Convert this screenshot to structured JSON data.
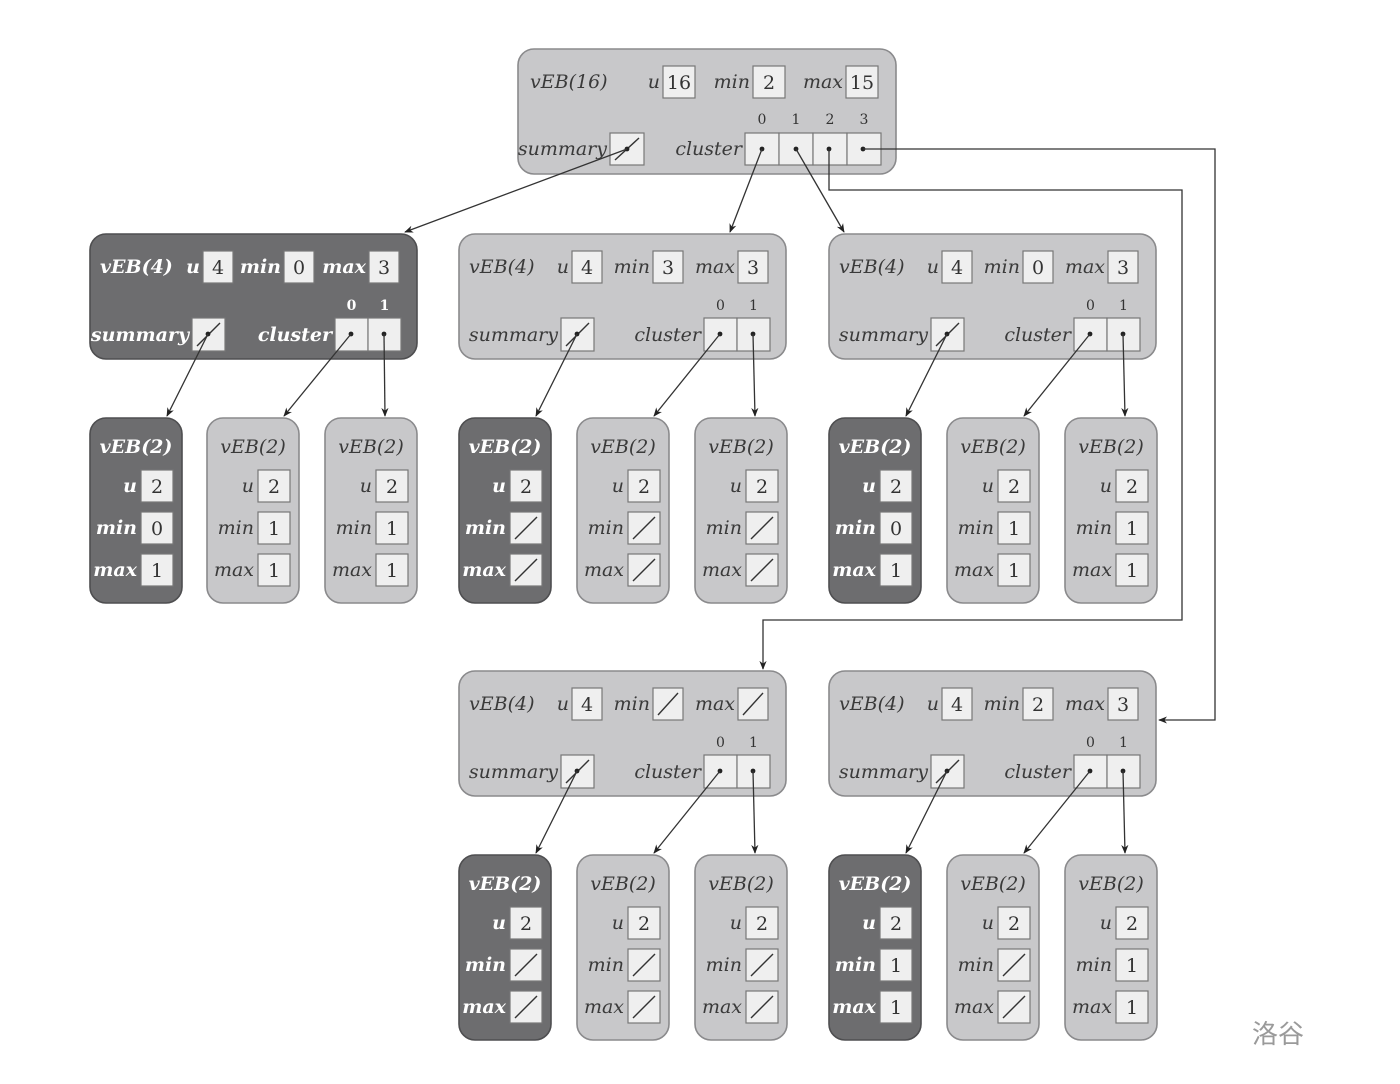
{
  "labels": {
    "u": "u",
    "min": "min",
    "max": "max",
    "summary": "summary",
    "cluster": "cluster",
    "nil_icon": "slash-nil-icon"
  },
  "watermark": "洛谷",
  "root": {
    "title": "vEB(16)",
    "u": "16",
    "min": "2",
    "max": "15",
    "cluster_indices": [
      "0",
      "1",
      "2",
      "3"
    ]
  },
  "mid": [
    {
      "title": "vEB(4)",
      "u": "4",
      "min": "0",
      "max": "3",
      "dark": true,
      "cluster_indices": [
        "0",
        "1"
      ]
    },
    {
      "title": "vEB(4)",
      "u": "4",
      "min": "3",
      "max": "3",
      "dark": false,
      "cluster_indices": [
        "0",
        "1"
      ]
    },
    {
      "title": "vEB(4)",
      "u": "4",
      "min": "0",
      "max": "3",
      "dark": false,
      "cluster_indices": [
        "0",
        "1"
      ]
    },
    {
      "title": "vEB(4)",
      "u": "4",
      "min": "",
      "max": "",
      "dark": false,
      "cluster_indices": [
        "0",
        "1"
      ]
    },
    {
      "title": "vEB(4)",
      "u": "4",
      "min": "2",
      "max": "3",
      "dark": false,
      "cluster_indices": [
        "0",
        "1"
      ]
    }
  ],
  "leaves": [
    {
      "title": "vEB(2)",
      "u": "2",
      "min": "0",
      "max": "1",
      "dark": true
    },
    {
      "title": "vEB(2)",
      "u": "2",
      "min": "1",
      "max": "1",
      "dark": false
    },
    {
      "title": "vEB(2)",
      "u": "2",
      "min": "1",
      "max": "1",
      "dark": false
    },
    {
      "title": "vEB(2)",
      "u": "2",
      "min": "",
      "max": "",
      "dark": true
    },
    {
      "title": "vEB(2)",
      "u": "2",
      "min": "",
      "max": "",
      "dark": false
    },
    {
      "title": "vEB(2)",
      "u": "2",
      "min": "",
      "max": "",
      "dark": false
    },
    {
      "title": "vEB(2)",
      "u": "2",
      "min": "0",
      "max": "1",
      "dark": true
    },
    {
      "title": "vEB(2)",
      "u": "2",
      "min": "1",
      "max": "1",
      "dark": false
    },
    {
      "title": "vEB(2)",
      "u": "2",
      "min": "1",
      "max": "1",
      "dark": false
    },
    {
      "title": "vEB(2)",
      "u": "2",
      "min": "",
      "max": "",
      "dark": true
    },
    {
      "title": "vEB(2)",
      "u": "2",
      "min": "",
      "max": "",
      "dark": false
    },
    {
      "title": "vEB(2)",
      "u": "2",
      "min": "",
      "max": "",
      "dark": false
    },
    {
      "title": "vEB(2)",
      "u": "2",
      "min": "1",
      "max": "1",
      "dark": true
    },
    {
      "title": "vEB(2)",
      "u": "2",
      "min": "",
      "max": "",
      "dark": false
    },
    {
      "title": "vEB(2)",
      "u": "2",
      "min": "1",
      "max": "1",
      "dark": false
    }
  ]
}
